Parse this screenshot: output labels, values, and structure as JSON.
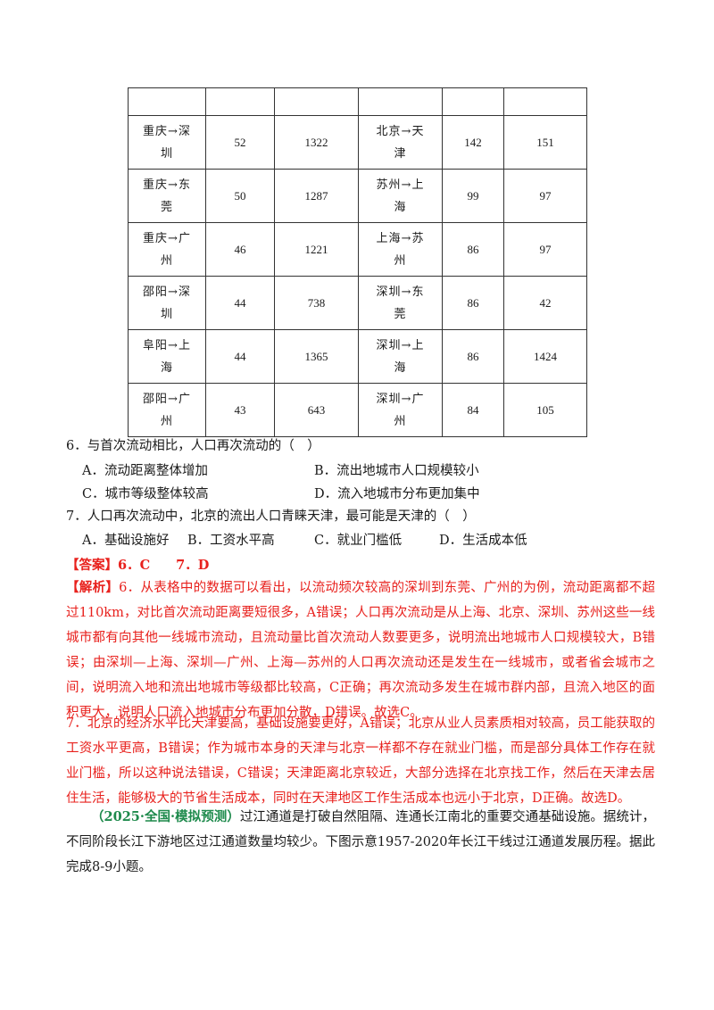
{
  "table": {
    "rows": [
      [
        "重庆→深圳",
        "52",
        "1322",
        "北京→天津",
        "142",
        "151"
      ],
      [
        "重庆→东莞",
        "50",
        "1287",
        "苏州→上海",
        "99",
        "97"
      ],
      [
        "重庆→广州",
        "46",
        "1221",
        "上海→苏州",
        "86",
        "97"
      ],
      [
        "邵阳→深圳",
        "44",
        "738",
        "深圳→东莞",
        "86",
        "42"
      ],
      [
        "阜阳→上海",
        "44",
        "1365",
        "深圳→上海",
        "86",
        "1424"
      ],
      [
        "邵阳→广州",
        "43",
        "643",
        "深圳→广州",
        "84",
        "105"
      ]
    ]
  },
  "q6": {
    "stem": "6．与首次流动相比，人口再次流动的（　）",
    "a": "A．流动距离整体增加",
    "b": "B．流出地城市人口规模较小",
    "c": "C．城市等级整体较高",
    "d": "D．流入地城市分布更加集中"
  },
  "q7": {
    "stem": "7．人口再次流动中，北京的流出人口青睐天津，最可能是天津的（　）",
    "a": "A．基础设施好",
    "b": "B．工资水平高",
    "c": "C．就业门槛低",
    "d": "D．生活成本低"
  },
  "answer": {
    "label": "【答案】",
    "text": "6．C　　7．D"
  },
  "analysis": {
    "label": "【解析】",
    "p6": "6．从表格中的数据可以看出，以流动频次较高的深圳到东莞、广州的为例，流动距离都不超过110km，对比首次流动距离要短很多，A错误；人口再次流动是从上海、北京、深圳、苏州这些一线城市都有向其他一线城市流动，且流动量比首次流动人数要更多，说明流出地城市人口规模较大，B错误；由深圳—上海、深圳—广州、上海—苏州的人口再次流动还是发生在一线城市，或者省会城市之间，说明流入地和流出地城市等级都比较高，C正确；再次流动多发生在城市群内部，且流入地区的面积更大，说明人口流入地城市分布更加分散，D错误。故选C。",
    "p7": "7．北京的经济水平比天津要高，基础设施要更好，A错误；北京从业人员素质相对较高，员工能获取的工资水平更高，B错误；作为城市本身的天津与北京一样都不存在就业门槛，而是部分具体工作存在就业门槛，所以这种说法错误，C错误；天津距离北京较近，大部分选择在北京找工作，然后在天津去居住生活，能够极大的节省生活成本，同时在天津地区工作生活成本也远小于北京，D正确。故选D。"
  },
  "source": {
    "tag": "（2025·全国·模拟预测）",
    "text": "过江通道是打破自然阻隔、连通长江南北的重要交通基础设施。据统计，不同阶段长江下游地区过江通道数量均较少。下图示意1957-2020年长江干线过江通道发展历程。据此完成8-9小题。"
  }
}
